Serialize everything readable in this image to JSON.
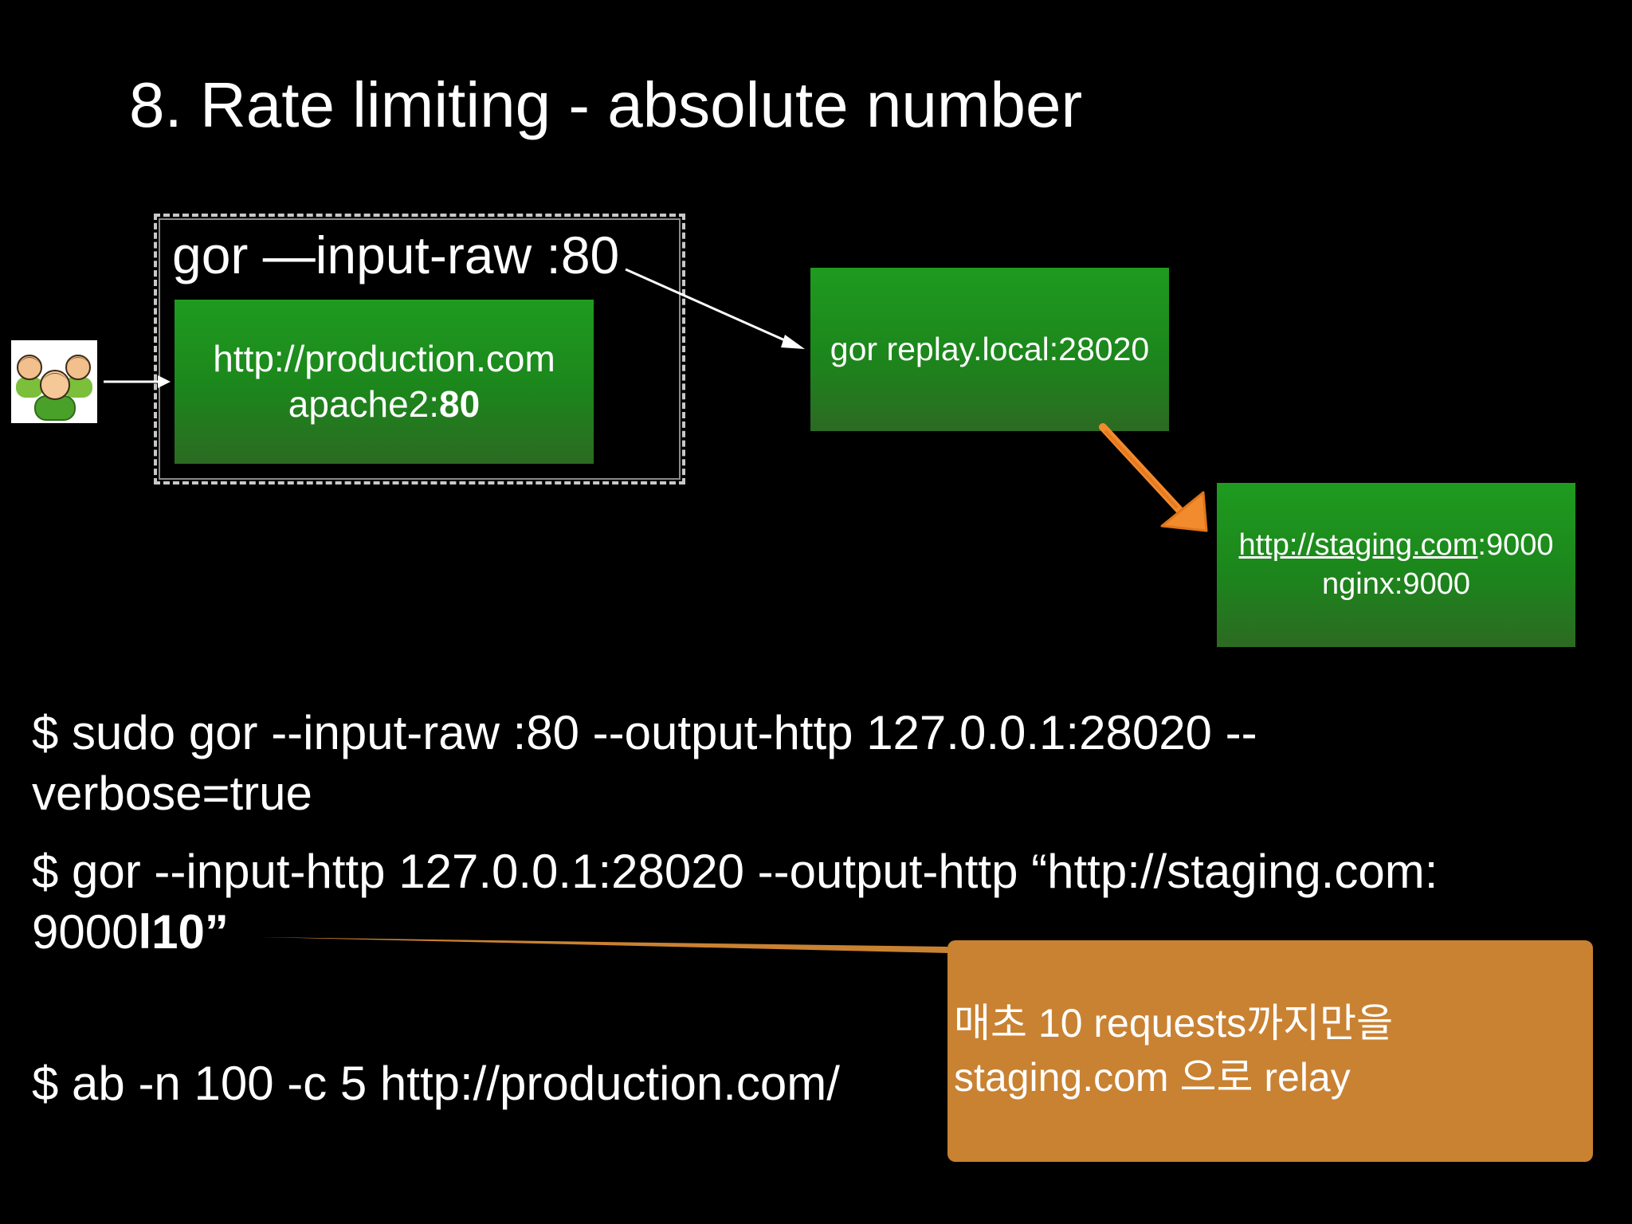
{
  "slide": {
    "title": "8. Rate limiting - absolute number",
    "gor_label": "gor —input-raw :80",
    "production_box": {
      "line1": "http://production.com",
      "line2_prefix": "apache2:",
      "line2_bold": "80"
    },
    "replay_box": {
      "text": "gor replay.local:28020"
    },
    "staging_box": {
      "line1_link": "http://staging.com",
      "line1_suffix": ":9000",
      "line2": "nginx:9000"
    },
    "users_icon": "users-group-icon"
  },
  "commands": {
    "cmd1_line1": "$ sudo gor --input-raw :80 --output-http 127.0.0.1:28020 --",
    "cmd1_line2": "verbose=true",
    "cmd2_line1": "$ gor --input-http 127.0.0.1:28020 --output-http “http://staging.com:",
    "cmd2_line2_prefix": "9000",
    "cmd2_line2_bold": "l10”",
    "cmd3": "$ ab -n 100 -c 5 http://production.com/"
  },
  "callout": {
    "line1": "매초 10 requests까지만을",
    "line2": "staging.com 으로 relay"
  },
  "colors": {
    "background": "#000000",
    "box_green": "#1f9b1f",
    "callout_orange": "#c98232",
    "arrow_orange": "#f28a2e",
    "arrow_white": "#ffffff"
  }
}
